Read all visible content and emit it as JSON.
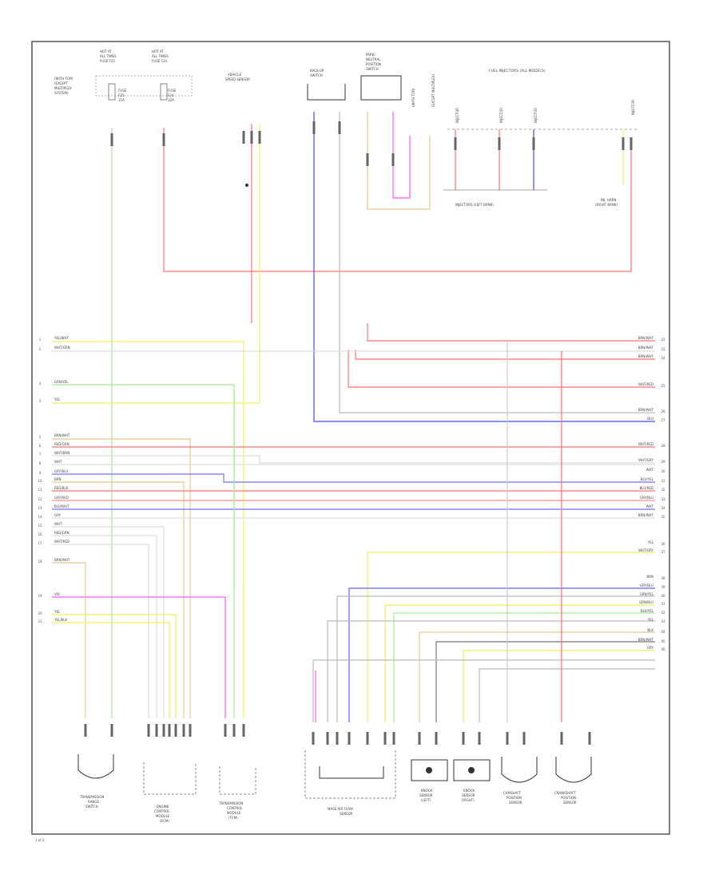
{
  "page_code": "1 of 2",
  "top_components": {
    "hot_fuse_left": [
      "HOT AT",
      "ALL TIMES",
      "FUSE F25"
    ],
    "hot_fuse_right": [
      "HOT AT",
      "ALL TIMES",
      "FUSE F24"
    ],
    "left_note": [
      "(WITH TCM)",
      "(EXCEPT",
      "MULTIPLEX",
      "SYSTEM)"
    ],
    "fuse_a": [
      "FUSE",
      "F25",
      "15A"
    ],
    "fuse_b": [
      "FUSE",
      "F24",
      "10A"
    ],
    "speed_sensor": [
      "VEHICLE",
      "SPEED SENSOR"
    ],
    "reverse_switch": [
      "BACK-UP",
      "SWITCH"
    ],
    "park_neutral": [
      "PARK/",
      "NEUTRAL",
      "POSITION",
      "SWITCH"
    ],
    "fuel_header": "FUEL INJECTORS (ALL MODELS)",
    "injector_top_labels": [
      "INJECTOR",
      "INJECTOR",
      "INJECTOR",
      "INJECTOR"
    ],
    "injector_bottom_left": "INJECTORS (LEFT BANK)",
    "injector_bottom_right": [
      "INJ. HARN.",
      "(RIGHT BANK)"
    ],
    "mid_note": [
      "(WITH TCM)",
      "(EXCEPT MULTIPLEX)"
    ]
  },
  "left_wire_labels": [
    "YEL/WHT",
    "WHT/GRN",
    "GRN/YEL",
    "YEL",
    "BRN/WHT",
    "RED/GRN",
    "WHT/BRN",
    "WHT",
    "GRY/BLU",
    "BRN",
    "RED/BLK",
    "GRY/RED",
    "BLU/WHT",
    "GRY",
    "WHT",
    "RED/GRN",
    "WHT/RED",
    "BRN/WHT",
    "VIO",
    "YEL",
    "YEL/BLK"
  ],
  "left_pin_numbers": [
    "1",
    "2",
    "3",
    "4",
    "5",
    "6",
    "7",
    "8",
    "9",
    "10",
    "11",
    "12",
    "13",
    "14",
    "15",
    "16",
    "17",
    "18",
    "19",
    "20",
    "21"
  ],
  "right_wire_labels": [
    "BRN/WHT",
    "BRN/WHT",
    "BRN/WHT",
    "WHT/RED",
    "BRN/WHT",
    "BLU",
    "WHT/RED",
    "WHT/GRY",
    "WHT",
    "BLU/YEL",
    "BLU/RED",
    "GRY/BLU",
    "WHT",
    "BRN/WHT",
    "YEL",
    "WHT/GRY",
    "BRN",
    "GRY/BLU",
    "GRN/YEL",
    "GRN/BLU",
    "BLK/YEL",
    "YEL",
    "BLK",
    "BRN/WHT",
    "GRY"
  ],
  "right_pin_numbers": [
    "22",
    "23",
    "24",
    "25",
    "26",
    "27",
    "28",
    "29",
    "30",
    "31",
    "32",
    "33",
    "34",
    "35",
    "36",
    "37",
    "38",
    "39",
    "40",
    "41",
    "42",
    "43",
    "44",
    "45",
    "46"
  ],
  "bottom_components": [
    [
      "TRANSMISSION",
      "RANGE",
      "SWITCH"
    ],
    [
      "ENGINE",
      "CONTROL",
      "MODULE",
      "(ECM)"
    ],
    [
      "TRANSMISSION",
      "CONTROL",
      "MODULE",
      "(TCM)"
    ],
    [
      "MASS AIR FLOW",
      "SENSOR"
    ],
    [
      "KNOCK",
      "SENSOR",
      "(LEFT)"
    ],
    [
      "KNOCK",
      "SENSOR",
      "(RIGHT)"
    ],
    [
      "CAMSHAFT",
      "POSITION",
      "SENSOR"
    ],
    [
      "CRANKSHAFT",
      "POSITION",
      "SENSOR"
    ]
  ],
  "colors": {
    "frame": "#555555",
    "red": "#ff6f6f",
    "yellow": "#f0f05a",
    "green": "#9ae88a",
    "blue": "#4848ff",
    "magenta": "#ff58ff",
    "gray": "#c8c8c8",
    "tan": "#e8c88a",
    "dark": "#555555"
  }
}
